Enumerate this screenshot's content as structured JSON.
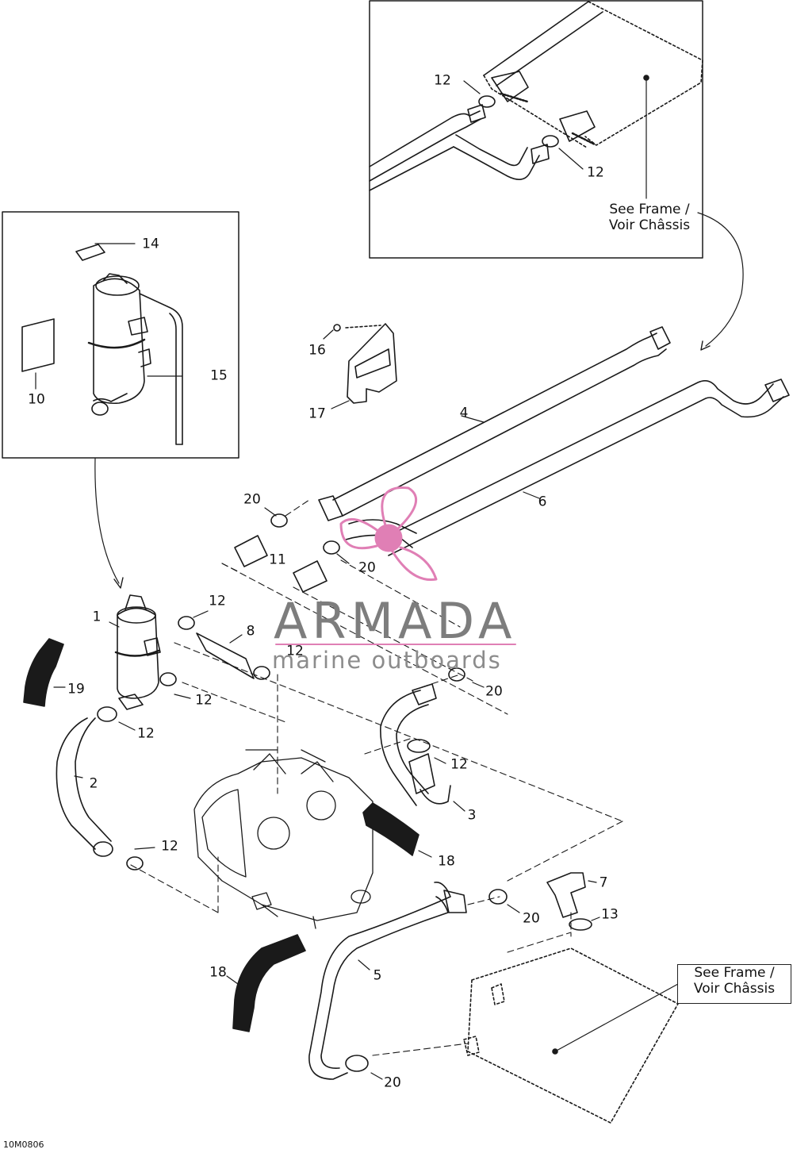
{
  "diagram": {
    "code": "10M0806",
    "watermark": {
      "brand": "ARMADA",
      "tagline": "marine outboards",
      "accent_color": "#e07fb5",
      "text_color": "#808080"
    },
    "notes": {
      "top_right": "See Frame /\nVoir Châssis",
      "bottom_right": "See Frame /\nVoir Châssis"
    },
    "labels": [
      {
        "id": "top12a",
        "text": "12"
      },
      {
        "id": "top12b",
        "text": "12"
      },
      {
        "id": "l14",
        "text": "14"
      },
      {
        "id": "l15",
        "text": "15"
      },
      {
        "id": "l10",
        "text": "10"
      },
      {
        "id": "l16",
        "text": "16"
      },
      {
        "id": "l17",
        "text": "17"
      },
      {
        "id": "l4",
        "text": "4"
      },
      {
        "id": "l6",
        "text": "6"
      },
      {
        "id": "l20a",
        "text": "20"
      },
      {
        "id": "l11",
        "text": "11"
      },
      {
        "id": "l20b",
        "text": "20"
      },
      {
        "id": "l1",
        "text": "1"
      },
      {
        "id": "l12a",
        "text": "12"
      },
      {
        "id": "l8",
        "text": "8"
      },
      {
        "id": "l12b",
        "text": "12"
      },
      {
        "id": "l20c",
        "text": "20"
      },
      {
        "id": "l19",
        "text": "19"
      },
      {
        "id": "l12c",
        "text": "12"
      },
      {
        "id": "l12d",
        "text": "12"
      },
      {
        "id": "l12e",
        "text": "12"
      },
      {
        "id": "l2",
        "text": "2"
      },
      {
        "id": "l3",
        "text": "3"
      },
      {
        "id": "l12f",
        "text": "12"
      },
      {
        "id": "l18a",
        "text": "18"
      },
      {
        "id": "l7",
        "text": "7"
      },
      {
        "id": "l20d",
        "text": "20"
      },
      {
        "id": "l13",
        "text": "13"
      },
      {
        "id": "l5",
        "text": "5"
      },
      {
        "id": "l18b",
        "text": "18"
      },
      {
        "id": "l20e",
        "text": "20"
      }
    ]
  }
}
